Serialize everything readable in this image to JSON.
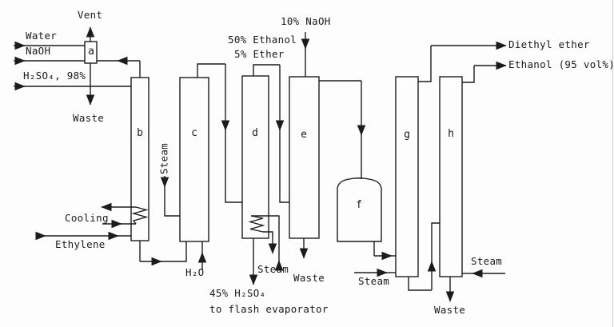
{
  "diagram": {
    "type": "process-flow-diagram",
    "colors": {
      "line": "#1c1c1c",
      "background": "#fdfdfd"
    },
    "unit_letters": {
      "a": "a",
      "b": "b",
      "c": "c",
      "d": "d",
      "e": "e",
      "f": "f",
      "g": "g",
      "h": "h"
    },
    "labels": {
      "vent": "Vent",
      "water": "Water",
      "naoh": "NaOH",
      "h2so4_98": "H₂SO₄, 98%",
      "waste_a": "Waste",
      "cooling": "Cooling",
      "ethylene": "Ethylene",
      "steam_c": "Steam",
      "h2o": "H₂O",
      "steam_d": "Steam",
      "acid_45": "45% H₂SO₄",
      "flash": "to flash evaporator",
      "ethanol_50": "50% Ethanol",
      "ether_5": "5% Ether",
      "naoh_10": "10% NaOH",
      "waste_e": "Waste",
      "steam_g": "Steam",
      "steam_h": "Steam",
      "waste_h": "Waste",
      "diethyl_ether": "Diethyl ether",
      "ethanol_95": "Ethanol (95 vol%)"
    }
  }
}
